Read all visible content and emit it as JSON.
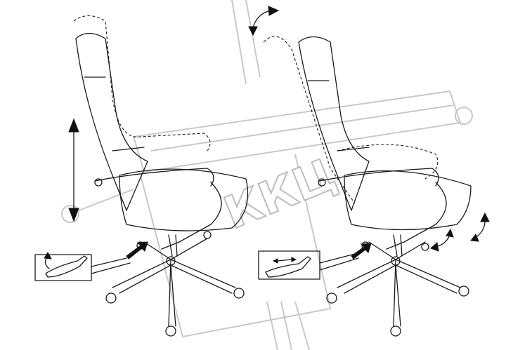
{
  "watermark": {
    "text": "ККЦ",
    "color": "#c8c8c8"
  },
  "figures": [
    {
      "name": "height-adjustment",
      "insets": 1
    },
    {
      "name": "tilt-adjustment",
      "insets": 1
    }
  ]
}
